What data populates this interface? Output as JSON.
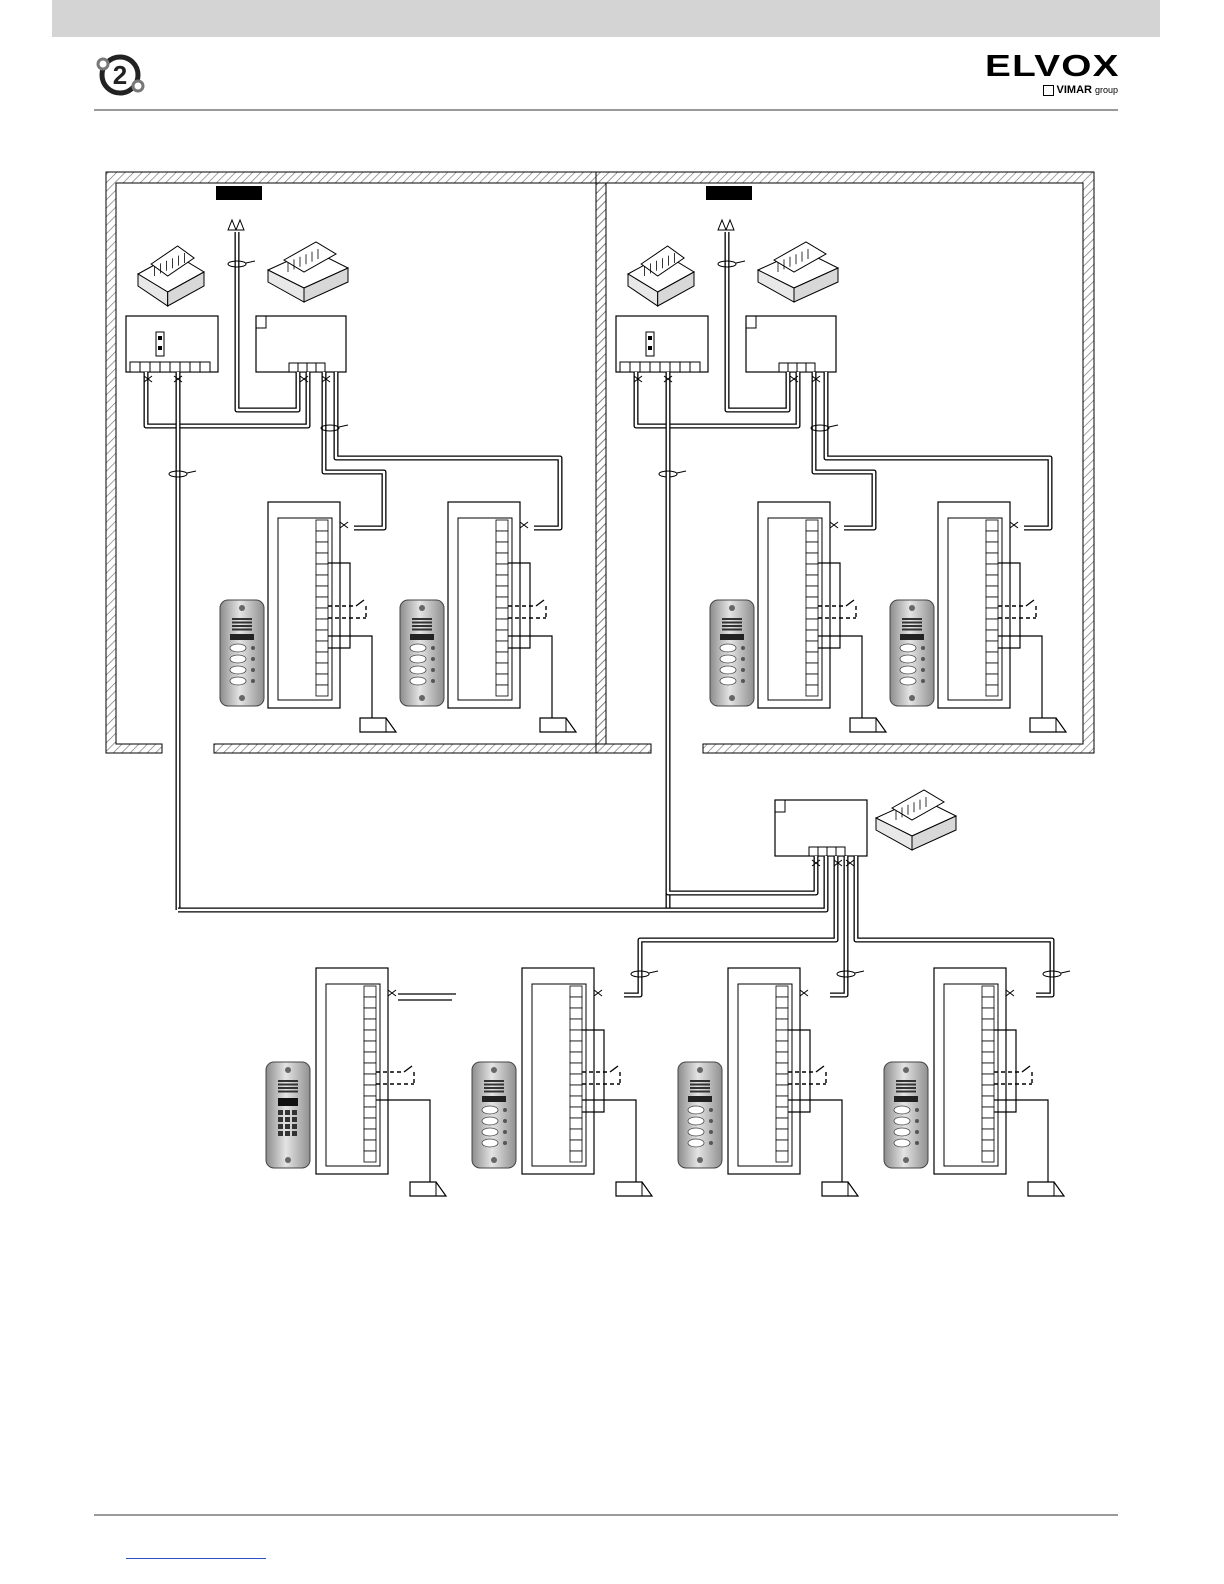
{
  "header": {
    "logo_icon": "two-wire-system-logo-icon",
    "brand_name": "ELVOX",
    "brand_group_name": "VIMAR",
    "brand_group_suffix": "group"
  },
  "diagram": {
    "buildings": 2,
    "panels_per_building": 2,
    "external_panels": 4,
    "colors": {
      "line": "#000000",
      "hatch": "#888888",
      "panel_metal": "#b8b8b8"
    }
  }
}
